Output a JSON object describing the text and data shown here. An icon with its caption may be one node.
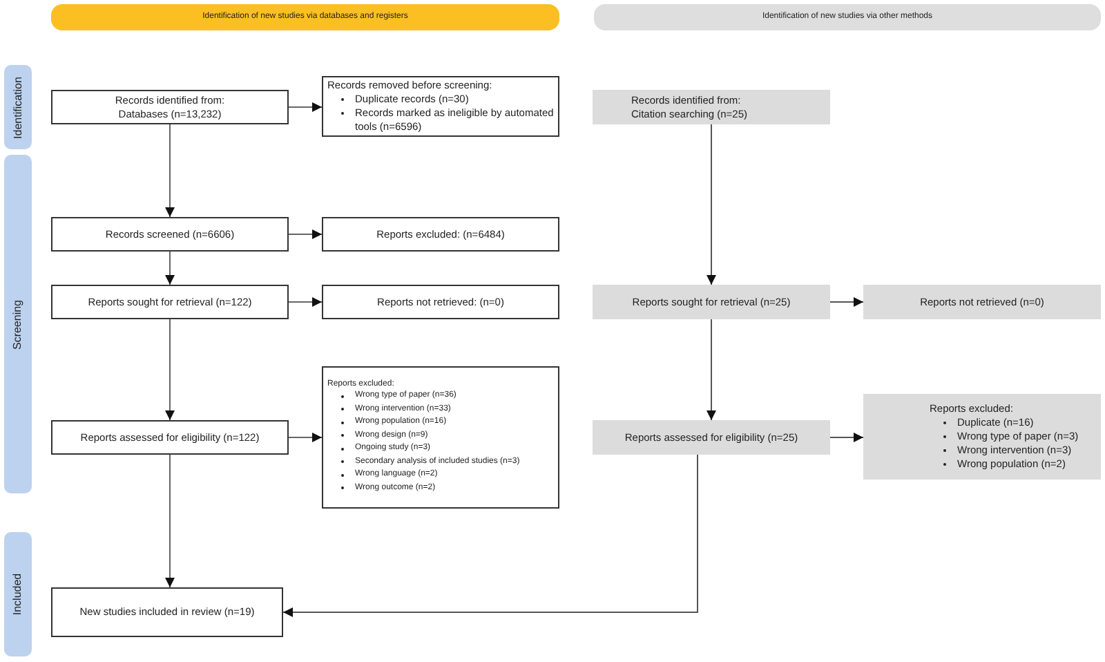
{
  "diagram": {
    "nodes": [
      {
        "text": [
          "Identification of new studies via databases and registers"
        ]
      },
      {
        "text": [
          "Identification of new studies via other methods"
        ]
      },
      {
        "text": [
          "Identification"
        ]
      },
      {
        "text": [
          "Screening"
        ]
      },
      {
        "text": [
          "Included"
        ]
      },
      {
        "text": [
          "Records identified from: Databases (n=13,232)"
        ]
      },
      {
        "text": [
          "Records removed before screening:",
          "Duplicate records (n=30)",
          "Records marked as ineligible by automated tools (n=6596)"
        ]
      },
      {
        "text": [
          "Records identified from: Citation searching (n=25)"
        ]
      },
      {
        "text": [
          "Records screened (n=6606)"
        ]
      },
      {
        "text": [
          "Reports excluded: (n=6484)"
        ]
      },
      {
        "text": [
          "Reports sought for retrieval (n=122)"
        ]
      },
      {
        "text": [
          "Reports not retrieved: (n=0)"
        ]
      },
      {
        "text": [
          "Reports sought for retrieval (n=25)"
        ]
      },
      {
        "text": [
          "Reports not retrieved (n=0)"
        ]
      },
      {
        "text": [
          "Reports excluded:",
          "Wrong type of paper (n=36)",
          "Wrong intervention (n=33)",
          "Wrong population (n=16)",
          "Wrong design (n=9)",
          "Ongoing study (n=3)",
          "Secondary analysis of included studies (n=3)",
          "Wrong language (n=2)",
          "Wrong outcome (n=2)"
        ]
      },
      {
        "text": [
          "Reports assessed for eligibility (n=122)"
        ]
      },
      {
        "text": [
          "Reports assessed for eligibility (n=25)"
        ]
      },
      {
        "text": [
          "Reports excluded:",
          "Duplicate (n=16)",
          "Wrong type of paper (n=3)",
          "Wrong intervention (n=3)",
          "Wrong population (n=2)"
        ]
      },
      {
        "text": [
          "New studies included in review (n=19)"
        ]
      }
    ],
    "edges": [
      {
        "from": 5,
        "to": 6,
        "arrow": "to"
      },
      {
        "from": 5,
        "to": 8,
        "arrow": "to"
      },
      {
        "from": 8,
        "to": 9,
        "arrow": "to"
      },
      {
        "from": 8,
        "to": 10,
        "arrow": "to"
      },
      {
        "from": 10,
        "to": 11,
        "arrow": "to"
      },
      {
        "from": 10,
        "to": 15,
        "arrow": "to"
      },
      {
        "from": 15,
        "to": 14,
        "arrow": "to"
      },
      {
        "from": 15,
        "to": 18,
        "arrow": "to"
      },
      {
        "from": 7,
        "to": 12,
        "arrow": "to"
      },
      {
        "from": 12,
        "to": 13,
        "arrow": "to"
      },
      {
        "from": 12,
        "to": 16,
        "arrow": "to"
      },
      {
        "from": 16,
        "to": 17,
        "arrow": "to"
      },
      {
        "from": 16,
        "to": 18,
        "arrow": "to"
      }
    ]
  }
}
